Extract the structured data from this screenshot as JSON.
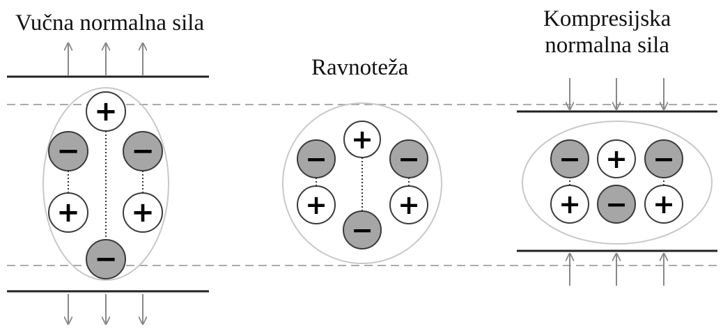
{
  "panels": [
    {
      "label": "Vučna normalna sila"
    },
    {
      "label": "Ravnoteža"
    },
    {
      "label_lines": [
        "Kompresijska",
        "normalna sila"
      ]
    }
  ],
  "ion_symbols": {
    "positive": "+",
    "negative": "−"
  },
  "colors": {
    "positive_fill": "#ffffff",
    "negative_fill": "#a6a6a6",
    "ion_stroke": "#3a3a3a",
    "ellipse_stroke": "#c8c8c8",
    "dashed_line": "#aaaaaa",
    "plate_line": "#222222",
    "arrow": "#888888"
  }
}
